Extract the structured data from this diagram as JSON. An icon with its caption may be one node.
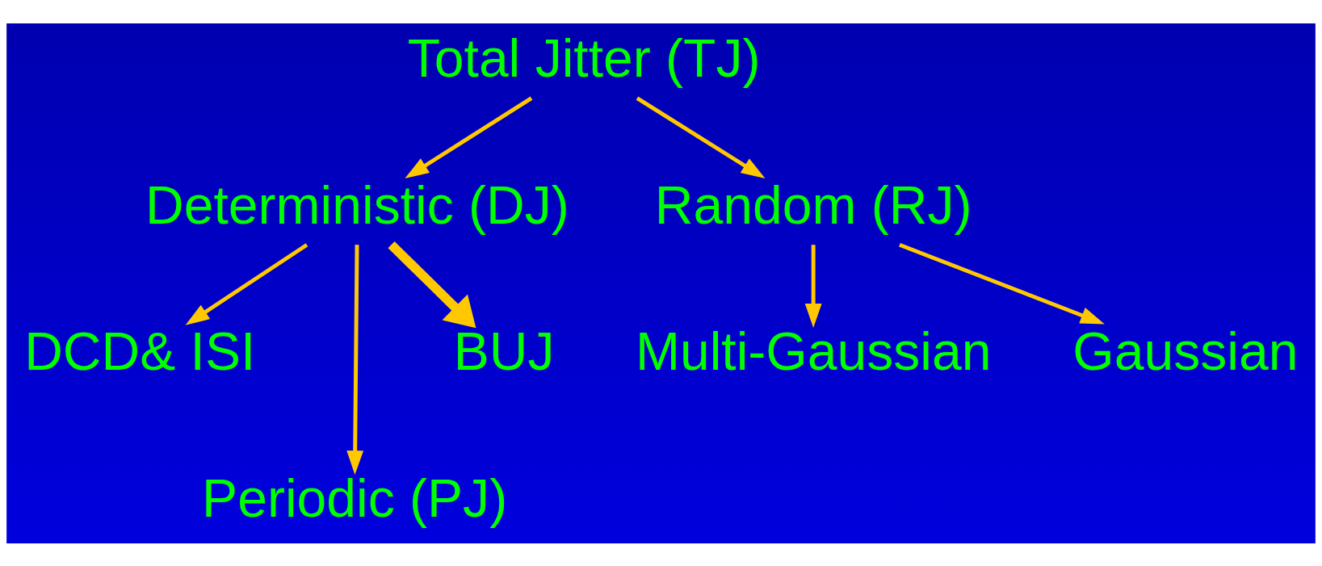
{
  "diagram": {
    "nodes": [
      {
        "text": [
          "Total Jitter (TJ)"
        ]
      },
      {
        "text": [
          "Deterministic (DJ)"
        ]
      },
      {
        "text": [
          "Random (RJ)"
        ]
      },
      {
        "text": [
          "DCD& ISI"
        ]
      },
      {
        "text": [
          "Periodic (PJ)"
        ]
      },
      {
        "text": [
          "BUJ"
        ]
      },
      {
        "text": [
          "Multi-Gaussian"
        ]
      },
      {
        "text": [
          "Gaussian"
        ]
      }
    ],
    "edges": [
      {
        "from": 0,
        "to": 1,
        "arrow": "to"
      },
      {
        "from": 0,
        "to": 2,
        "arrow": "to"
      },
      {
        "from": 1,
        "to": 3,
        "arrow": "to"
      },
      {
        "from": 1,
        "to": 4,
        "arrow": "to"
      },
      {
        "from": 1,
        "to": 5,
        "arrow": "to",
        "style": "thick"
      },
      {
        "from": 2,
        "to": 6,
        "arrow": "to"
      },
      {
        "from": 2,
        "to": 7,
        "arrow": "to"
      }
    ]
  }
}
